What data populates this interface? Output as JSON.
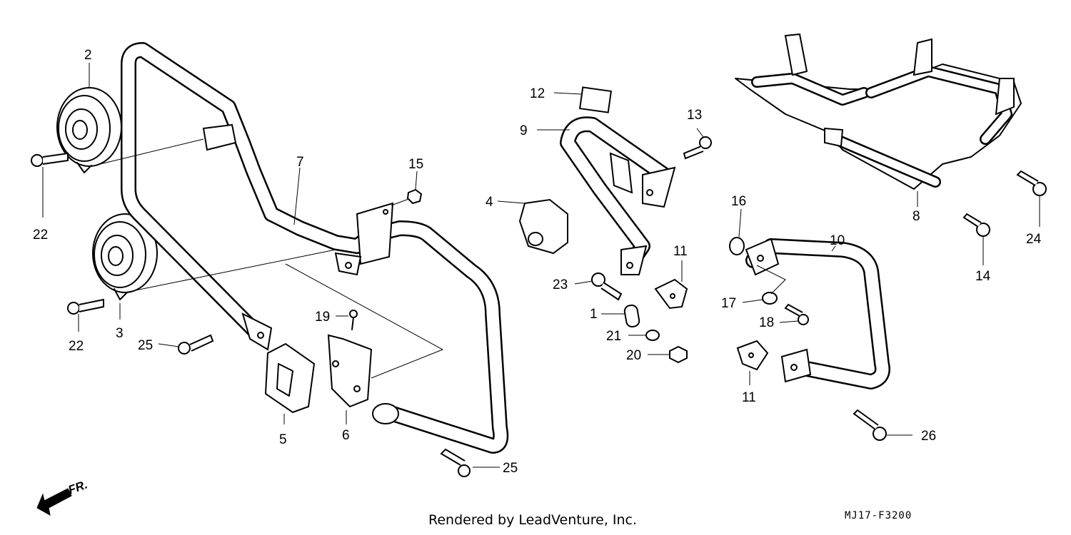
{
  "diagram": {
    "callouts": [
      {
        "id": "c2a",
        "text": "2"
      },
      {
        "id": "c22a",
        "text": "22"
      },
      {
        "id": "c22b",
        "text": "22"
      },
      {
        "id": "c3",
        "text": "3"
      },
      {
        "id": "c25a",
        "text": "25"
      },
      {
        "id": "c7",
        "text": "7"
      },
      {
        "id": "c15",
        "text": "15"
      },
      {
        "id": "c19",
        "text": "19"
      },
      {
        "id": "c5",
        "text": "5"
      },
      {
        "id": "c6",
        "text": "6"
      },
      {
        "id": "c25b",
        "text": "25"
      },
      {
        "id": "c4",
        "text": "4"
      },
      {
        "id": "c12",
        "text": "12"
      },
      {
        "id": "c9",
        "text": "9"
      },
      {
        "id": "c13",
        "text": "13"
      },
      {
        "id": "c23",
        "text": "23"
      },
      {
        "id": "c1",
        "text": "1"
      },
      {
        "id": "c21",
        "text": "21"
      },
      {
        "id": "c20",
        "text": "20"
      },
      {
        "id": "c11a",
        "text": "11"
      },
      {
        "id": "c16",
        "text": "16"
      },
      {
        "id": "c10",
        "text": "10"
      },
      {
        "id": "c17",
        "text": "17"
      },
      {
        "id": "c18",
        "text": "18"
      },
      {
        "id": "c11b",
        "text": "11"
      },
      {
        "id": "c26",
        "text": "26"
      },
      {
        "id": "c8",
        "text": "8"
      },
      {
        "id": "c24",
        "text": "24"
      },
      {
        "id": "c14",
        "text": "14"
      }
    ],
    "front_marker": "FR.",
    "credit": "Rendered by LeadVenture, Inc.",
    "diagram_code": "MJ17-F3200"
  }
}
